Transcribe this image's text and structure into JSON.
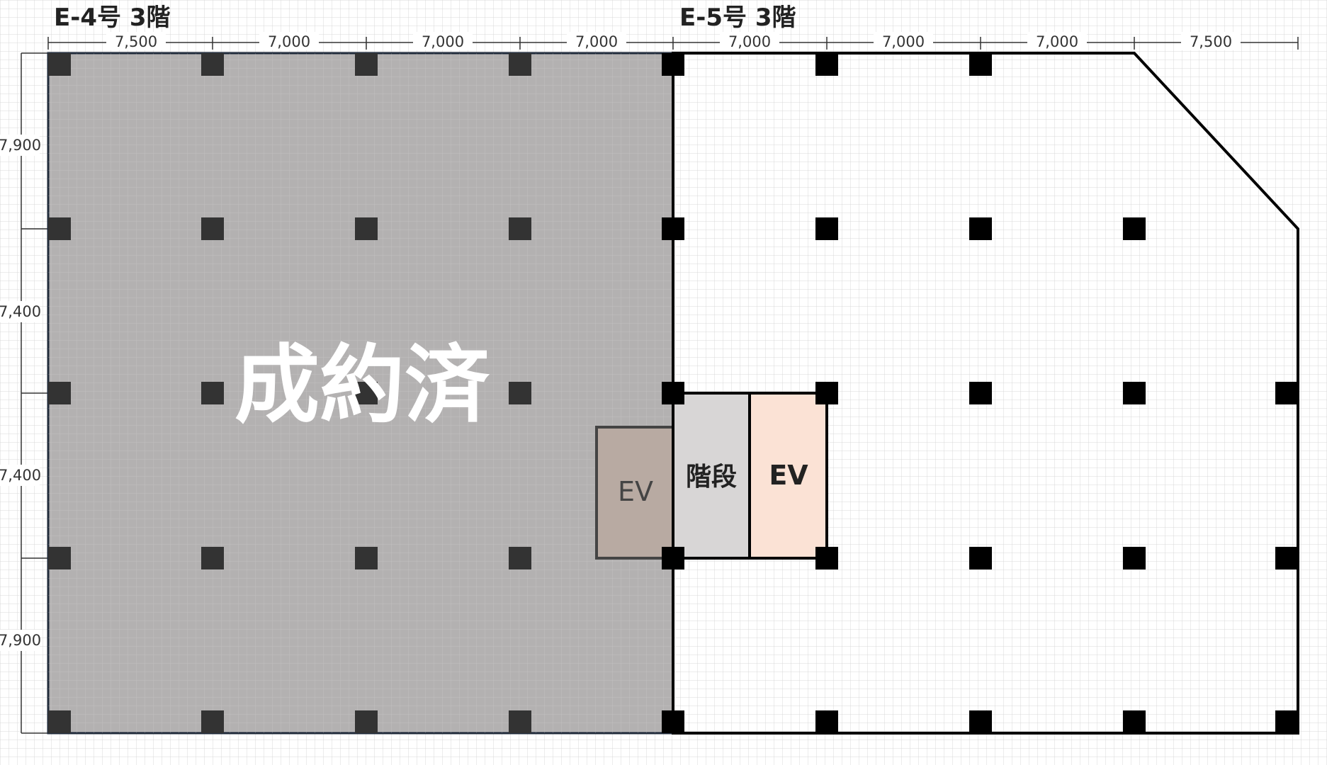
{
  "units": [
    {
      "title": "E-4号 3階",
      "status": "成約済",
      "ev_label": "EV"
    },
    {
      "title": "E-5号 3階",
      "stair_label": "階段",
      "ev_label": "EV"
    }
  ],
  "dimensions": {
    "horizontal": [
      "7,500",
      "7,000",
      "7,000",
      "7,000",
      "7,000",
      "7,000",
      "7,000",
      "7,500"
    ],
    "vertical": [
      "7,900",
      "7,400",
      "7,400",
      "7,900"
    ]
  },
  "colors": {
    "sold_fill": "#b3b1b1",
    "ev_left_fill": "#b8aaa2",
    "stair_fill": "#d8d6d6",
    "ev_right_fill": "#fbe2d5",
    "column_dark": "#333333",
    "column_black": "#000000",
    "grid_line": "#d3d3d3",
    "boundary": "#1f2a3a"
  }
}
